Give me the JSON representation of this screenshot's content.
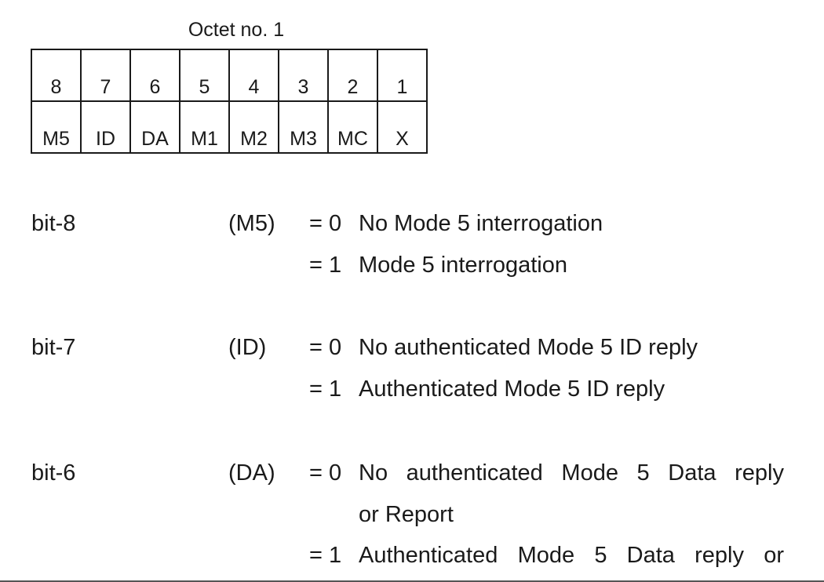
{
  "octet": {
    "title": "Octet no. 1",
    "bit_numbers": [
      "8",
      "7",
      "6",
      "5",
      "4",
      "3",
      "2",
      "1"
    ],
    "bit_fields": [
      "M5",
      "ID",
      "DA",
      "M1",
      "M2",
      "M3",
      "MC",
      "X"
    ]
  },
  "definitions": [
    {
      "bit": "bit-8",
      "field": "(M5)",
      "values": [
        {
          "eq": "= 0",
          "lines": [
            "No Mode 5 interrogation"
          ]
        },
        {
          "eq": "= 1",
          "lines": [
            "Mode 5 interrogation"
          ]
        }
      ]
    },
    {
      "bit": "bit-7",
      "field": "(ID)",
      "values": [
        {
          "eq": "= 0",
          "lines": [
            "No authenticated Mode 5 ID reply"
          ]
        },
        {
          "eq": "= 1",
          "lines": [
            "Authenticated Mode 5 ID reply"
          ]
        }
      ]
    },
    {
      "bit": "bit-6",
      "field": "(DA)",
      "values": [
        {
          "eq": "= 0",
          "lines": [
            "No authenticated Mode 5 Data reply",
            "or Report"
          ]
        },
        {
          "eq": "= 1",
          "lines": [
            "Authenticated Mode 5 Data reply or"
          ]
        }
      ]
    }
  ]
}
